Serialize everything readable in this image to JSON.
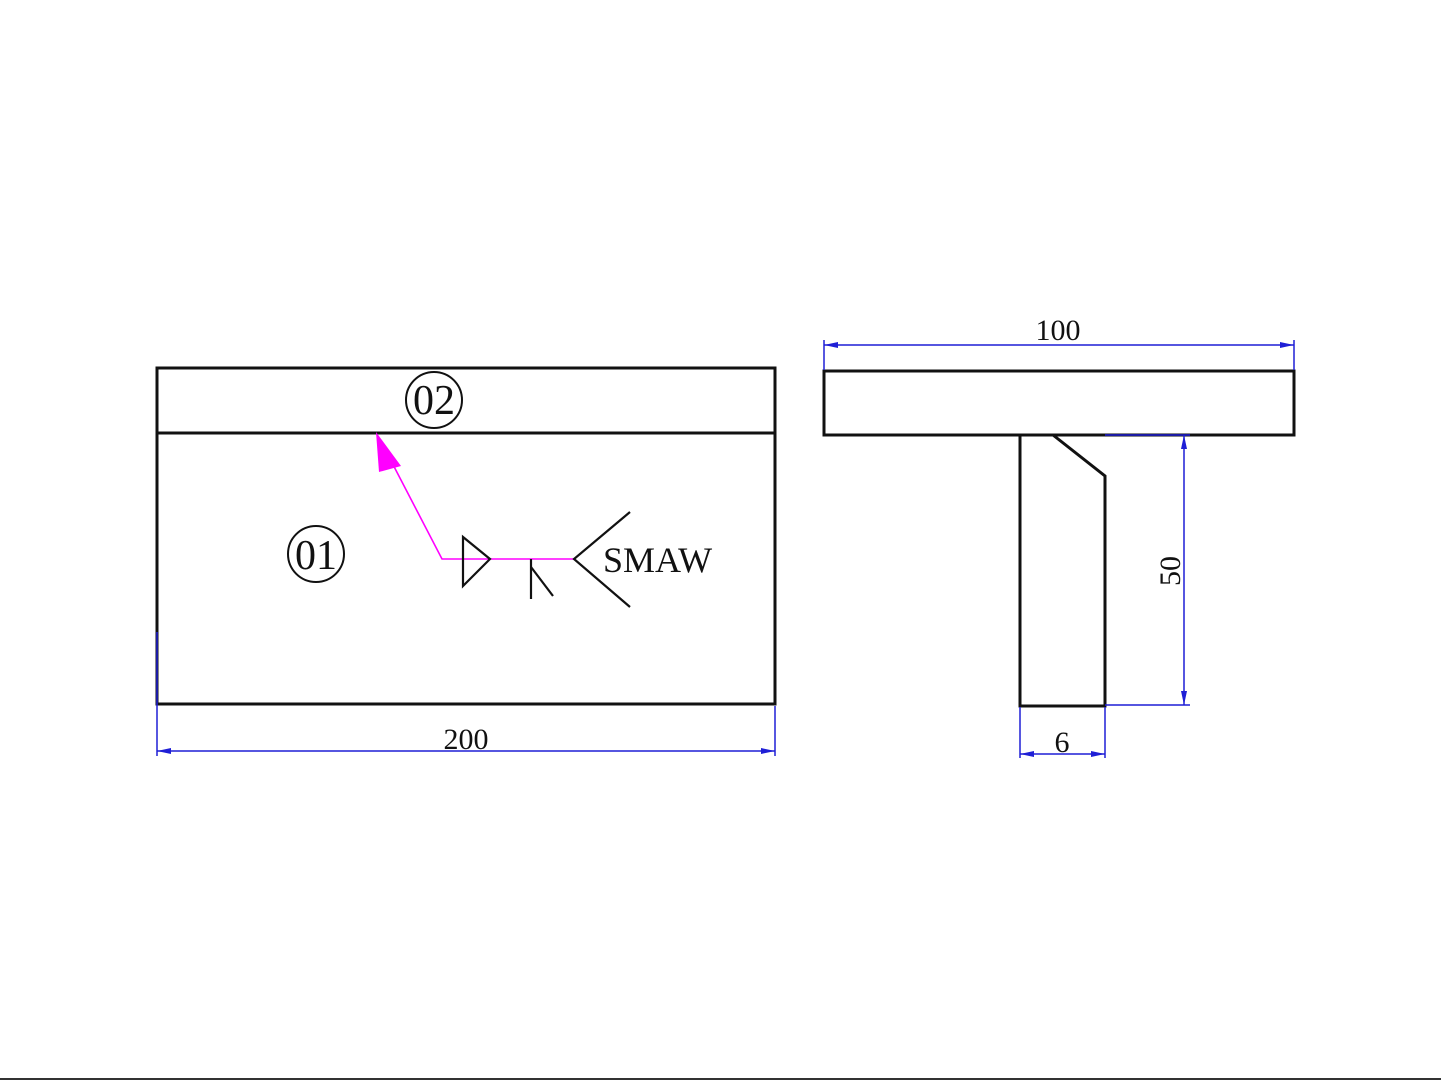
{
  "front_view": {
    "part_labels": [
      "02",
      "01"
    ],
    "weld_process": "SMAW",
    "width_dimension": "200"
  },
  "side_view": {
    "flange_width_dimension": "100",
    "web_height_dimension": "50",
    "web_thickness_dimension": "6"
  },
  "colors": {
    "outline": "#111111",
    "dimension": "#1f1fd6",
    "leader": "#ff00ff"
  }
}
